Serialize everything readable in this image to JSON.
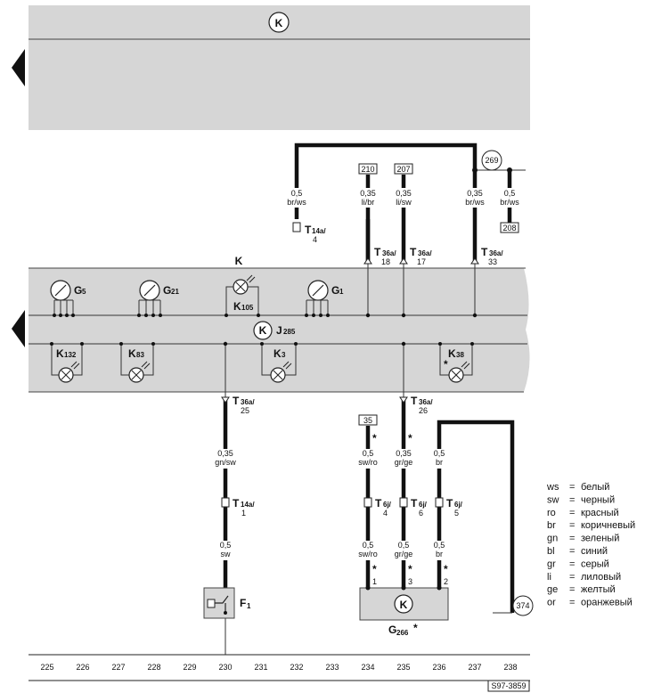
{
  "header_symbol": "K",
  "component_labels": {
    "k_top": "K",
    "g5": "G",
    "g5_sub": "5",
    "g21": "G",
    "g21_sub": "21",
    "k105": "K",
    "k105_sub": "105",
    "g1": "G",
    "g1_sub": "1",
    "j285": "J",
    "j285_sub": "285",
    "k132": "K",
    "k132_sub": "132",
    "k83": "K",
    "k83_sub": "83",
    "k3": "K",
    "k3_sub": "3",
    "k38": "K",
    "k38_sub": "38",
    "f1": "F",
    "f1_sub": "1",
    "g266": "G",
    "g266_sub": "266",
    "g266_star": "*"
  },
  "wires": {
    "w_330": {
      "size": "0,5",
      "color": "br/ws"
    },
    "w_413": {
      "size": "0,35",
      "color": "li/br",
      "ref": "210"
    },
    "w_453": {
      "size": "0,35",
      "color": "li/sw",
      "ref": "207"
    },
    "w_532": {
      "size": "0,35",
      "color": "br/ws"
    },
    "w_572": {
      "size": "0,5",
      "color": "br/ws",
      "ref": "208"
    },
    "w_255a": {
      "size": "0,35",
      "color": "gn/sw"
    },
    "w_255b": {
      "size": "0,5",
      "color": "sw"
    },
    "w_413a": {
      "size": "0,5",
      "color": "sw/ro",
      "ref": "35"
    },
    "w_413b": {
      "size": "0,5",
      "color": "sw/ro"
    },
    "w_453a": {
      "size": "0,35",
      "color": "gr/ge"
    },
    "w_453b": {
      "size": "0,5",
      "color": "gr/ge"
    },
    "w_493a": {
      "size": "0,5",
      "color": "br"
    },
    "w_493b": {
      "size": "0,5",
      "color": "br"
    }
  },
  "connectors": {
    "t14a_4": {
      "name": "T",
      "sub": "14a/",
      "pin": "4"
    },
    "t36a_18": {
      "name": "T",
      "sub": "36a/",
      "pin": "18"
    },
    "t36a_17": {
      "name": "T",
      "sub": "36a/",
      "pin": "17"
    },
    "t36a_33": {
      "name": "T",
      "sub": "36a/",
      "pin": "33"
    },
    "t36a_25": {
      "name": "T",
      "sub": "36a/",
      "pin": "25"
    },
    "t36a_26": {
      "name": "T",
      "sub": "36a/",
      "pin": "26"
    },
    "t14a_1": {
      "name": "T",
      "sub": "14a/",
      "pin": "1"
    },
    "t6j_4": {
      "name": "T",
      "sub": "6j/",
      "pin": "4"
    },
    "t6j_6": {
      "name": "T",
      "sub": "6j/",
      "pin": "6"
    },
    "t6j_5": {
      "name": "T",
      "sub": "6j/",
      "pin": "5"
    }
  },
  "refs_circled": {
    "r269": "269",
    "r374": "374"
  },
  "g266_pins": [
    "1",
    "3",
    "2"
  ],
  "stars": "*",
  "track_numbers": [
    "225",
    "226",
    "227",
    "228",
    "229",
    "230",
    "231",
    "232",
    "233",
    "234",
    "235",
    "236",
    "237",
    "238"
  ],
  "footer_code": "S97-3859",
  "legend": [
    {
      "code": "ws",
      "eq": "=",
      "name": "белый"
    },
    {
      "code": "sw",
      "eq": "=",
      "name": "черный"
    },
    {
      "code": "ro",
      "eq": "=",
      "name": "красный"
    },
    {
      "code": "br",
      "eq": "=",
      "name": "коричневый"
    },
    {
      "code": "gn",
      "eq": "=",
      "name": "зеленый"
    },
    {
      "code": "bl",
      "eq": "=",
      "name": "синий"
    },
    {
      "code": "gr",
      "eq": "=",
      "name": "серый"
    },
    {
      "code": "li",
      "eq": "=",
      "name": "лиловый"
    },
    {
      "code": "ge",
      "eq": "=",
      "name": "желтый"
    },
    {
      "code": "or",
      "eq": "=",
      "name": "оранжевый"
    }
  ]
}
